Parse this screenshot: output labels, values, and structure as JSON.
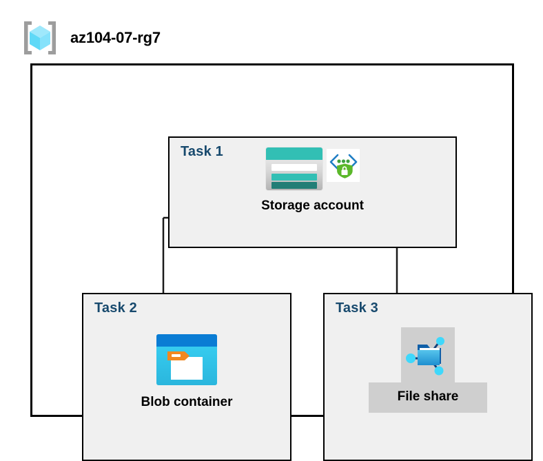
{
  "diagram": {
    "title": "az104-07-rg7",
    "resource_group_icon": "resource-group-icon",
    "container_border_color": "#000000",
    "task_label_color": "#17496d",
    "task_box_fill": "#f0f0f0",
    "selection_highlight_color": "#cfcfcf",
    "page_background": "#ffffff"
  },
  "tasks": [
    {
      "id": "task-1",
      "label": "Task 1",
      "node": {
        "caption": "Storage account",
        "icon": "storage-account-icon",
        "badge_icon": "secure-endpoint-shield-icon",
        "icon_colors": {
          "header": "#32bfb4",
          "bar_light": "#ffffff",
          "bar_mid": "#32bfb4",
          "bar_dark": "#227e76",
          "body": "#d7d7d7"
        },
        "badge_colors": {
          "brackets": "#1f7ec4",
          "dots": "#3fa13f",
          "shield": "#5bb82a",
          "lock": "#ffffff"
        },
        "highlighted": false
      }
    },
    {
      "id": "task-2",
      "label": "Task 2",
      "node": {
        "caption": "Blob container",
        "icon": "blob-container-icon",
        "icon_colors": {
          "header": "#0a7cd4",
          "body": "#3ad2f5",
          "tag": "#f1881f",
          "document": "#ffffff"
        },
        "highlighted": false
      }
    },
    {
      "id": "task-3",
      "label": "Task 3",
      "node": {
        "caption": "File share",
        "icon": "file-share-icon",
        "icon_colors": {
          "folder_front": "#31a9e0",
          "folder_back": "#0f5fa8",
          "nodes": "#3fd8fb"
        },
        "highlighted": true
      }
    }
  ],
  "connections": [
    {
      "from": "task-1",
      "to": "task-2",
      "style": "orthogonal"
    },
    {
      "from": "task-1",
      "to": "task-3",
      "style": "orthogonal"
    }
  ]
}
